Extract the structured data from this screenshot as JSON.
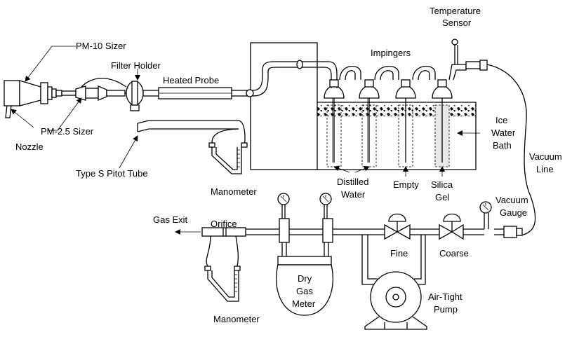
{
  "labels": {
    "pm10_sizer": "PM-10 Sizer",
    "filter_holder": "Filter Holder",
    "heated_probe": "Heated Probe",
    "impingers": "Impingers",
    "temperature": "Temperature",
    "sensor": "Sensor",
    "nozzle": "Nozzle",
    "pm25_sizer": "PM-2.5 Sizer",
    "ice": "Ice",
    "water": "Water",
    "bath": "Bath",
    "vacuum1": "Vacuum",
    "line": "Line",
    "pitot": "Type S Pitot Tube",
    "manometer_top": "Manometer",
    "distilled": "Distilled",
    "distilled_water": "Water",
    "empty": "Empty",
    "silica": "Silica",
    "gel": "Gel",
    "vacuum2": "Vacuum",
    "gauge": "Gauge",
    "gas_exit": "Gas Exit",
    "orifice": "Orifice",
    "fine": "Fine",
    "coarse": "Coarse",
    "dry": "Dry",
    "gas": "Gas",
    "meter": "Meter",
    "airtight": "Air-Tight",
    "pump": "Pump",
    "manometer_bottom": "Manometer"
  }
}
